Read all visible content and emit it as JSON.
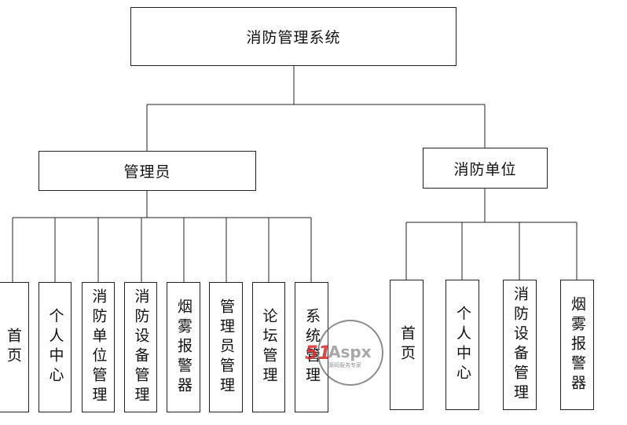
{
  "root": {
    "label": "消防管理系统"
  },
  "admin": {
    "label": "管理员",
    "children": [
      "首页",
      "个人中心",
      "消防单位管理",
      "消防设备管理",
      "烟雾报警器",
      "管理员管理",
      "论坛管理",
      "系统管理"
    ]
  },
  "unit": {
    "label": "消防单位",
    "children": [
      "首页",
      "个人中心",
      "消防设备管理",
      "烟雾报警器"
    ]
  },
  "watermark": {
    "logo": "51Aspx",
    "tagline": "源码服务专家"
  }
}
